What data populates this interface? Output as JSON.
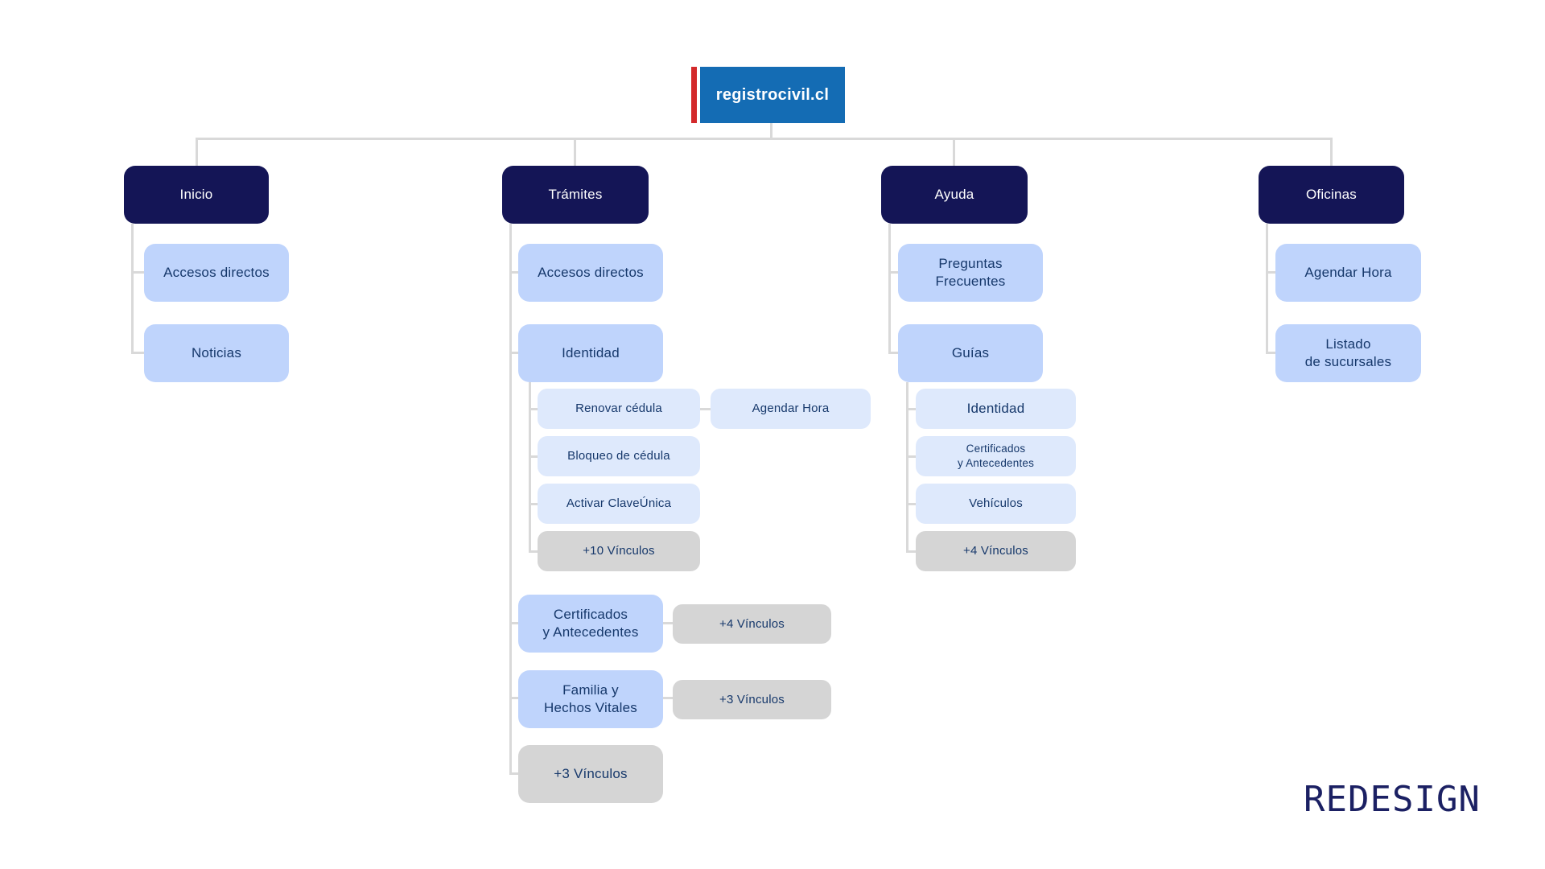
{
  "root": {
    "label": "registrocivil.cl"
  },
  "colors": {
    "root_bg": "#146CB4",
    "root_accent": "#D3292B",
    "level1_bg": "#141556",
    "level2_bg": "#BFD4FC",
    "level3_bg": "#DEE9FC",
    "more_bg": "#D5D5D5",
    "text_dark": "#16386B",
    "connector": "#D9D9D9"
  },
  "branches": [
    {
      "label": "Inicio",
      "children": [
        {
          "label": "Accesos directos"
        },
        {
          "label": "Noticias"
        }
      ]
    },
    {
      "label": "Trámites",
      "children": [
        {
          "label": "Accesos directos"
        },
        {
          "label": "Identidad",
          "children": [
            {
              "label": "Renovar cédula",
              "children": [
                {
                  "label": "Agendar Hora"
                }
              ]
            },
            {
              "label": "Bloqueo de cédula"
            },
            {
              "label": "Activar ClaveÚnica"
            },
            {
              "label": "+10 Vínculos",
              "type": "more"
            }
          ]
        },
        {
          "label": "Certificados\ny Antecedentes",
          "children": [
            {
              "label": "+4 Vínculos",
              "type": "more"
            }
          ]
        },
        {
          "label": "Familia y\nHechos Vitales",
          "children": [
            {
              "label": "+3 Vínculos",
              "type": "more"
            }
          ]
        },
        {
          "label": "+3 Vínculos",
          "type": "more"
        }
      ]
    },
    {
      "label": "Ayuda",
      "children": [
        {
          "label": "Preguntas\nFrecuentes"
        },
        {
          "label": "Guías",
          "children": [
            {
              "label": "Identidad"
            },
            {
              "label": "Certificados\ny Antecedentes"
            },
            {
              "label": "Vehículos"
            },
            {
              "label": "+4 Vínculos",
              "type": "more"
            }
          ]
        }
      ]
    },
    {
      "label": "Oficinas",
      "children": [
        {
          "label": "Agendar Hora"
        },
        {
          "label": "Listado\nde sucursales"
        }
      ]
    }
  ],
  "watermark": "REDESIGN"
}
